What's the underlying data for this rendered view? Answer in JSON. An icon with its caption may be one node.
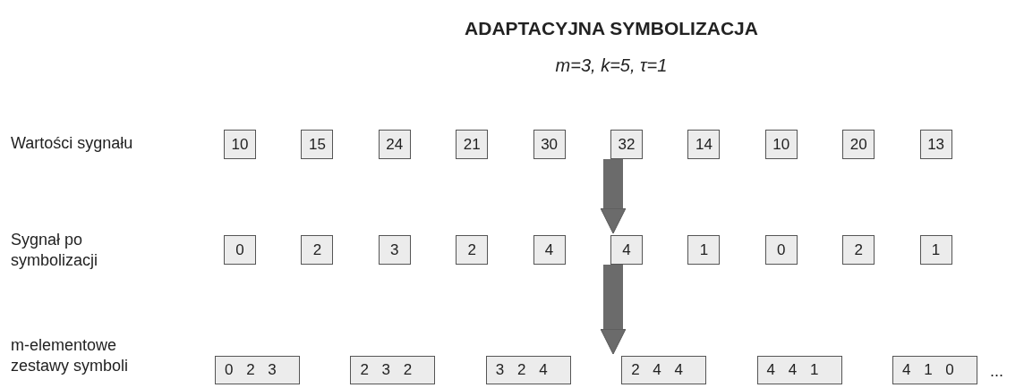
{
  "diagram": {
    "title": "ADAPTACYJNA SYMBOLIZACJA",
    "nodes": [
      {
        "text": [
          "10"
        ]
      },
      {
        "text": [
          "15"
        ]
      },
      {
        "text": [
          "24"
        ]
      },
      {
        "text": [
          "21"
        ]
      },
      {
        "text": [
          "30"
        ]
      },
      {
        "text": [
          "32"
        ]
      },
      {
        "text": [
          "14"
        ]
      },
      {
        "text": [
          "10"
        ]
      },
      {
        "text": [
          "20"
        ]
      },
      {
        "text": [
          "13"
        ]
      },
      {
        "text": [
          "0"
        ]
      },
      {
        "text": [
          "2"
        ]
      },
      {
        "text": [
          "3"
        ]
      },
      {
        "text": [
          "2"
        ]
      },
      {
        "text": [
          "4"
        ]
      },
      {
        "text": [
          "4"
        ]
      },
      {
        "text": [
          "1"
        ]
      },
      {
        "text": [
          "0"
        ]
      },
      {
        "text": [
          "2"
        ]
      },
      {
        "text": [
          "1"
        ]
      },
      {
        "text": [
          "0 2 3"
        ]
      },
      {
        "text": [
          "2 3 2"
        ]
      },
      {
        "text": [
          "3 2 4"
        ]
      },
      {
        "text": [
          "2 4 4"
        ]
      },
      {
        "text": [
          "4 4 1"
        ]
      },
      {
        "text": [
          "4 1 0"
        ]
      }
    ],
    "edges": [
      {
        "from": 5,
        "to": 15,
        "arrow": "to"
      },
      {
        "from": 15,
        "to": 23,
        "arrow": "to"
      }
    ],
    "labels": [
      "m=3, k=5, τ=1",
      "Wartości sygnału",
      "Sygnał po symbolizacji",
      "m-elementowe zestawy symboli",
      "..."
    ]
  }
}
